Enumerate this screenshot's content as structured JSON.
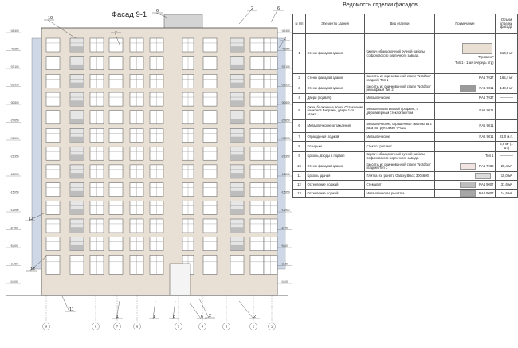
{
  "facade": {
    "title": "Фасад 9-1",
    "callouts": [
      "10",
      "1",
      "6",
      "2",
      "6",
      "2",
      "13",
      "12",
      "11",
      "1",
      "1",
      "8",
      "6",
      "2",
      "2"
    ],
    "level_marks_left": [
      "+43,400",
      "+40,250",
      "+37,100",
      "+33,950",
      "+30,800",
      "+27,650",
      "+24,500",
      "+21,350",
      "+18,200",
      "+15,050",
      "+11,900",
      "+8,750",
      "+5,600",
      "+2,450",
      "±0,000"
    ],
    "level_marks_right": [
      "+43,400",
      "+40,250",
      "+37,100",
      "+33,950",
      "+30,800",
      "+27,650",
      "+24,500",
      "+21,350",
      "+18,200",
      "+15,050",
      "+11,900",
      "+8,750",
      "+5,600",
      "+2,450",
      "±0,000"
    ],
    "axes": [
      "9",
      "8",
      "7",
      "6",
      "5",
      "4",
      "3",
      "2",
      "1"
    ]
  },
  "schedule": {
    "title": "Ведомость отделки фасадов",
    "headers": [
      "N п/п",
      "Элементы здания",
      "Вид отделки",
      "Примечание",
      "Объем отделки фасада"
    ],
    "rows": [
      {
        "n": "1",
        "element": "Стены фасадов здания",
        "finish": "Кирпич облицовочный ручной работы Софоновского кирпичного завода.",
        "note": "\"Прованс\"",
        "note2": "Тип 1 ( 1-ая очередь стр)",
        "swatch": "#e9e0d3",
        "volume": "513,9 м²"
      },
      {
        "n": "2",
        "element": "Стены фасадов здания",
        "finish": "Кассеты из оцинкованной стали \"Nordfox\" гладкий. Тип 1",
        "note": "RAL 7037",
        "swatch": "",
        "volume": "165,4 м²"
      },
      {
        "n": "3",
        "element": "Стены фасадов здания",
        "finish": "Кассеты из оцинкованной стали \"Nordfox\" рельефный Тип 2",
        "note": "RAL 9011",
        "swatch": "#9a9a9a",
        "volume": "148,0 м²"
      },
      {
        "n": "4",
        "element": "Двери (подвал)",
        "finish": "Металлические",
        "note": "RAL 7037",
        "swatch": "",
        "volume": "————"
      },
      {
        "n": "5",
        "element": "Окна, балконные блоки Остекление балконов Витражи, двери 1-го этажа",
        "finish": "Металлопластиковый профиль, с двухкамерным стеклопакетом",
        "note": "RAL 9011",
        "swatch": "",
        "volume": ""
      },
      {
        "n": "6",
        "element": "Металлические ограждения",
        "finish": "Металлические, окрашенные эмалью за 2 раза по грунтовке ГФ-021",
        "note": "RAL 9011",
        "swatch": "",
        "volume": ""
      },
      {
        "n": "7",
        "element": "Ограждения лоджий",
        "finish": "Металлические",
        "note": "RAL 9011",
        "swatch": "",
        "volume": "81,0 м.п."
      },
      {
        "n": "8",
        "element": "Козырьки",
        "finish": "Стекло триплекс",
        "note": "",
        "swatch": "",
        "volume": "4,6 м² (1 шт.)"
      },
      {
        "n": "9",
        "element": "Цоколь, входы в подвал",
        "finish": "Кирпич облицовочный ручной работы Софоновского кирпичного завода.",
        "note": "Тип 1",
        "swatch": "",
        "volume": "————"
      },
      {
        "n": "10",
        "element": "Стены фасадов здания",
        "finish": "Кассеты из оцинкованной стали \"Nordfox\" гладкий Тип 3",
        "note": "RAL 7036",
        "swatch": "#f3e4e4",
        "volume": "28,4 м²"
      },
      {
        "n": "11",
        "element": "Цоколь здания",
        "finish": "Плитка из гранита Galaxy Black 300х600",
        "note": "",
        "swatch": "#dcdcdc",
        "volume": "15,0 м²"
      },
      {
        "n": "12",
        "element": "Остекление лоджий",
        "finish": "Стемалит",
        "note": "RAL 9007",
        "swatch": "#bdbdbd",
        "volume": "31,6 м²"
      },
      {
        "n": "13",
        "element": "Остекление лоджий",
        "finish": "Металлическая решётка",
        "note": "RAL 9007",
        "swatch": "#a6a6a6",
        "volume": "14,6 м²"
      }
    ]
  },
  "colors": {
    "wall": "#e8e0d4",
    "panel_blue": "#cdd7e6",
    "window_frame": "#555555",
    "line": "#333333"
  }
}
